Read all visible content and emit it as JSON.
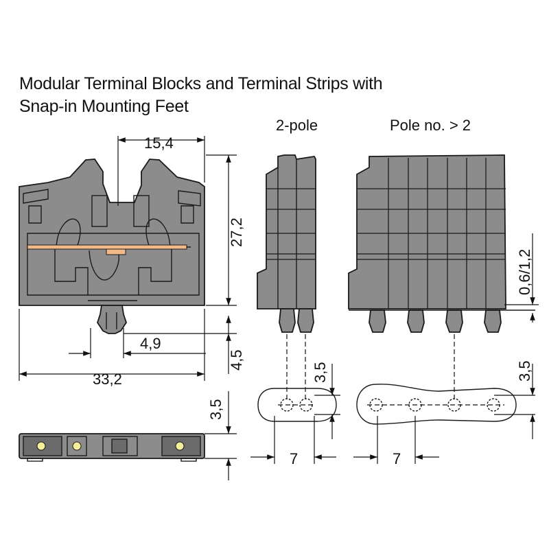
{
  "title": {
    "line1": "Modular Terminal Blocks and Terminal Strips with",
    "line2": "Snap-in Mounting Feet"
  },
  "views": {
    "two_pole_label": "2-pole",
    "multi_pole_label": "Pole no. > 2"
  },
  "dimensions": {
    "top_width": "15,4",
    "height": "27,2",
    "foot_offset": "4,9",
    "foot_height": "4,5",
    "total_width": "33,2",
    "thickness_range": "0,6/1,2",
    "pitch_2pole": "7",
    "pitch_multi": "7",
    "hole_2pole": "3,5",
    "hole_multi": "3,5",
    "bottom_height": "3,5"
  },
  "colors": {
    "housing": "#8c8c8c",
    "slider": "#f2b98a",
    "led": "#f3ef9a"
  }
}
